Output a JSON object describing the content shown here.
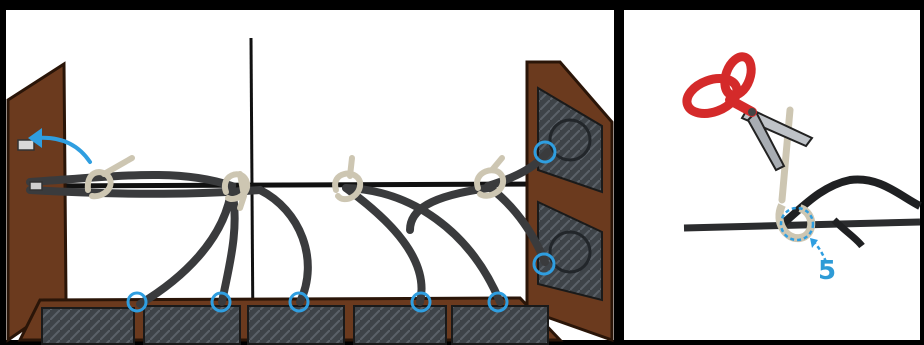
{
  "step_label": "5",
  "colors": {
    "frame": "#000000",
    "paper": "#ffffff",
    "wood": "#6b3a1e",
    "wood_edge": "#3a1d0c",
    "fan": "#4a4f55",
    "cable": "#3c3d3f",
    "tie": "#cfc7b5",
    "marker": "#2f9ee0",
    "scissors": "#d42a2a"
  },
  "icons": [
    "scissors-icon",
    "fan-icon",
    "zip-tie-icon",
    "arrow-icon"
  ],
  "markers": {
    "bottom_fans": 5,
    "right_fans": 2
  }
}
